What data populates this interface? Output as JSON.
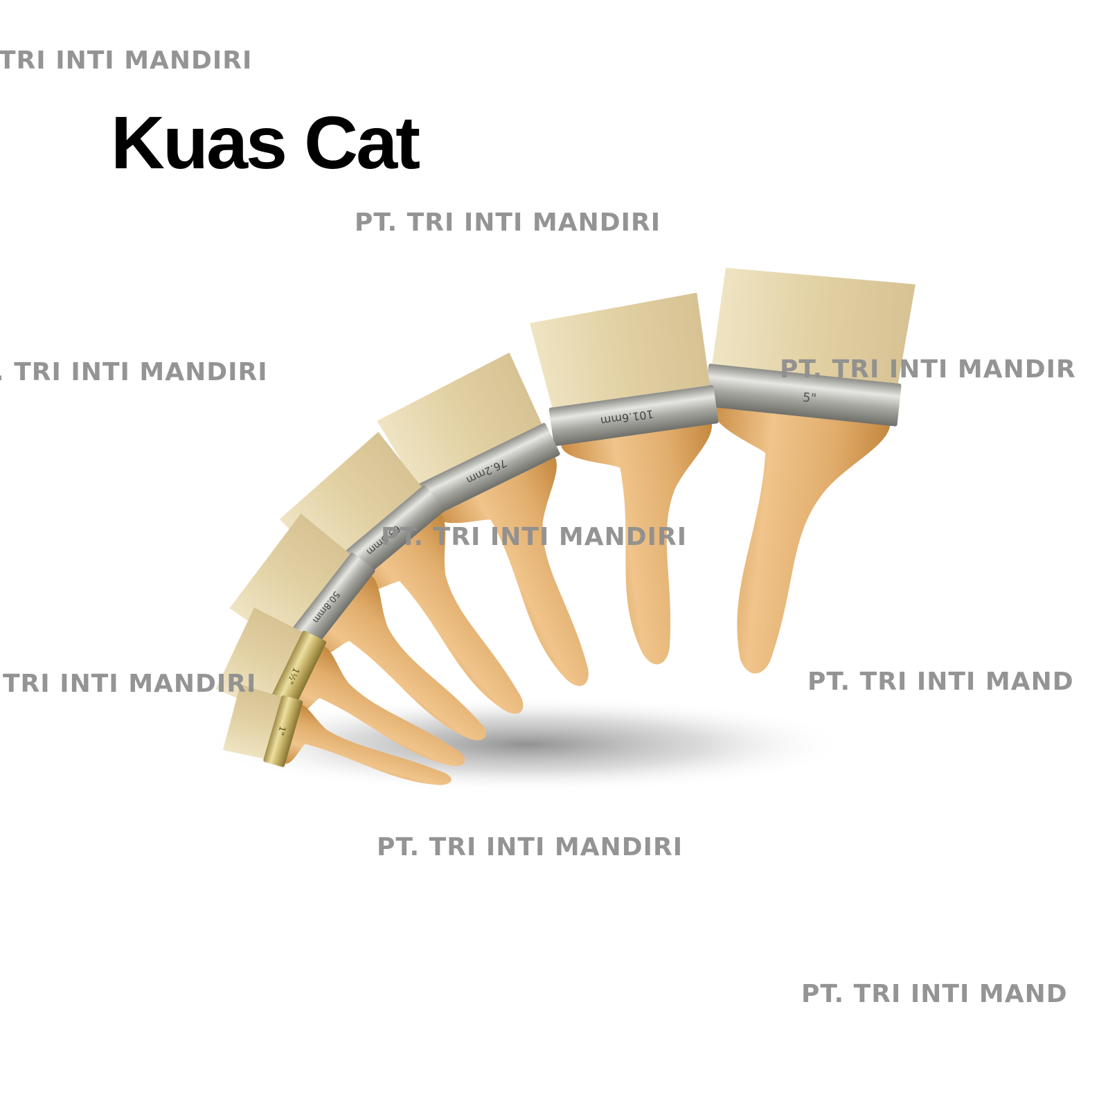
{
  "title": "Kuas Cat",
  "watermark": {
    "text_full": "PT. TRI INTI MANDIRI",
    "text_crop_1": "TRI INTI MANDIRI",
    "text_crop_2": ". TRI INTI MANDIRI",
    "text_crop_3": "PT. TRI INTI MANDIR",
    "text_crop_4": " TRI INTI MANDIRI",
    "text_crop_5": "PT. TRI INTI MAND",
    "color": "#8f8f8f"
  },
  "brushes": [
    {
      "label": "1\""
    },
    {
      "label": "1½\""
    },
    {
      "label": "50.8mm"
    },
    {
      "label": "63.5mm"
    },
    {
      "label": "76.2mm"
    },
    {
      "label": "101.6mm"
    },
    {
      "label": "5\""
    }
  ],
  "colors": {
    "bristle": "#e3d3a8",
    "ferrule_silver": "#b7b7b2",
    "ferrule_gold": "#cdbb72",
    "handle": "#e2b277"
  }
}
